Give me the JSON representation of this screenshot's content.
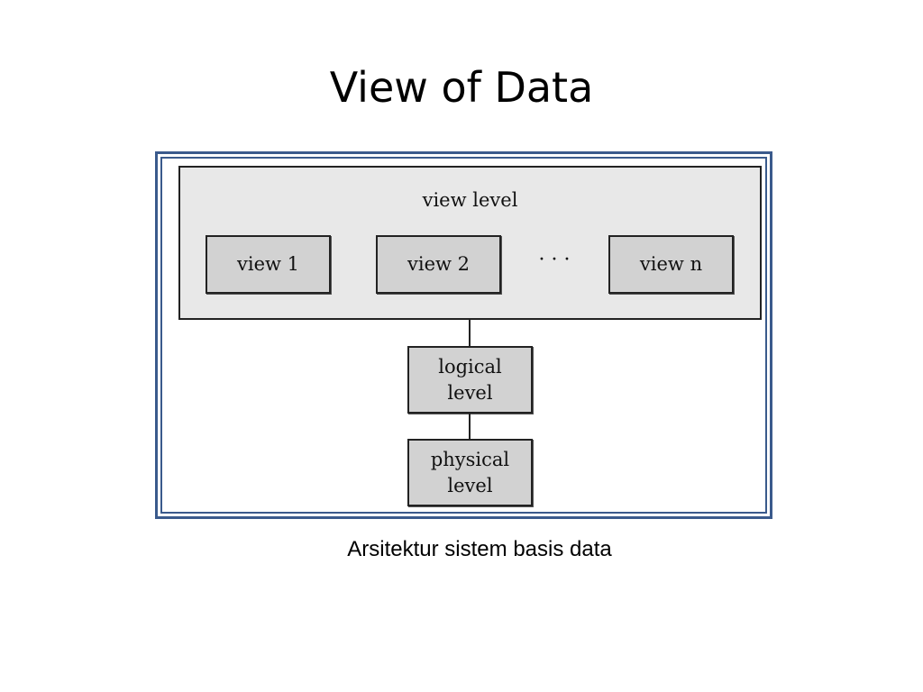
{
  "title": "View of Data",
  "diagram": {
    "view_level": {
      "label": "view level",
      "views": [
        "view 1",
        "view 2",
        "view n"
      ],
      "ellipsis": "· · ·"
    },
    "logical_level": {
      "line1": "logical",
      "line2": "level"
    },
    "physical_level": {
      "line1": "physical",
      "line2": "level"
    },
    "frame_color": "#3a5a8c",
    "box_fill": "#d2d2d2",
    "container_fill": "#e8e8e8"
  },
  "caption": "Arsitektur sistem basis data"
}
